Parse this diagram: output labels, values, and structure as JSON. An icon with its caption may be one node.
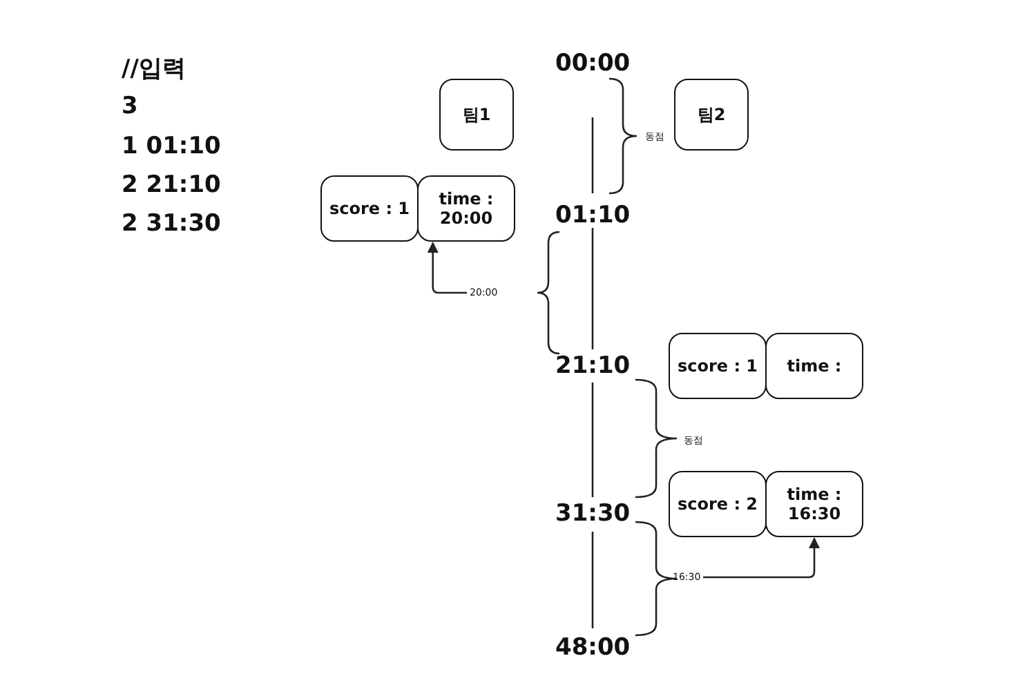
{
  "diagram": {
    "nodes": [
      {
        "text": [
          "팀1"
        ]
      },
      {
        "text": [
          "팀2"
        ]
      },
      {
        "text": [
          "score : 1"
        ]
      },
      {
        "text": [
          "time : 20:00"
        ]
      },
      {
        "text": [
          "score : 1"
        ]
      },
      {
        "text": [
          "time :"
        ]
      },
      {
        "text": [
          "score : 2"
        ]
      },
      {
        "text": [
          "time : 16:30"
        ]
      },
      {
        "text": [
          "20:00"
        ]
      },
      {
        "text": [
          "16:30"
        ]
      }
    ],
    "edges": [
      {
        "from": 8,
        "to": 3,
        "arrow": "to"
      },
      {
        "from": 9,
        "to": 7,
        "arrow": "to"
      }
    ],
    "labels": [
      "//입력",
      "3",
      "1 01:10",
      "2 21:10",
      "2 31:30",
      "00:00",
      "동점",
      "01:10",
      "21:10",
      "동점",
      "31:30",
      "48:00"
    ]
  }
}
